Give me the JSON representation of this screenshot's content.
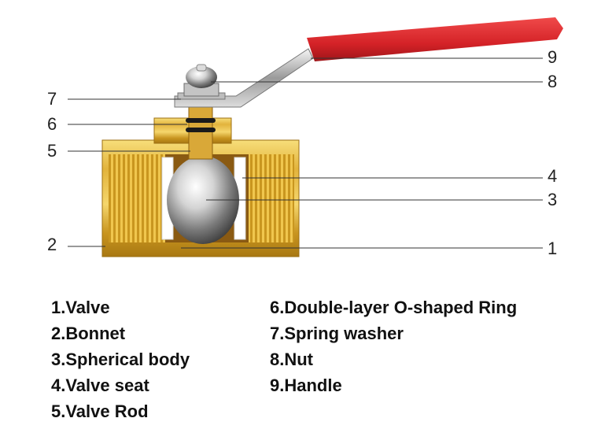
{
  "callouts": [
    "1",
    "2",
    "3",
    "4",
    "5",
    "6",
    "7",
    "8",
    "9"
  ],
  "legend": {
    "left": [
      "1.Valve",
      "2.Bonnet",
      "3.Spherical body",
      "4.Valve seat",
      "5.Valve Rod"
    ],
    "right": [
      "6.Double-layer O-shaped Ring",
      "7.Spring washer",
      "8.Nut",
      "9.Handle"
    ]
  },
  "colors": {
    "handle_grip": "#d9262b",
    "brass": "#e6b43c",
    "chrome": "#c8c8c8",
    "seat": "#ffffff",
    "leader_line": "#333333"
  }
}
